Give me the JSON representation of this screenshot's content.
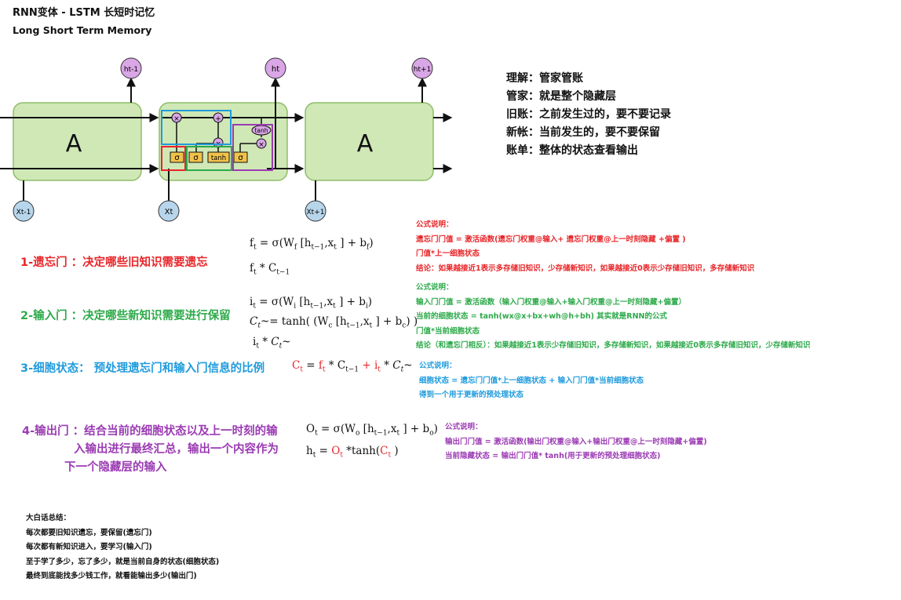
{
  "title": "RNN变体 - LSTM 长短时记忆",
  "subtitle": "Long Short Term Memory",
  "diagram": {
    "cell_label": "A",
    "h_prev": "ht-1",
    "h_cur": "ht",
    "h_next": "ht+1",
    "x_prev": "Xt-1",
    "x_cur": "Xt",
    "x_next": "Xt+1",
    "sigma": "σ",
    "tanh": "tanh"
  },
  "explanation": [
    "理解：管家管账",
    "管家：就是整个隐藏层",
    "旧账：之前发生过的，要不要记录",
    "新帐：当前发生的，要不要保留",
    "账单：整体的状态查看输出"
  ],
  "steps": {
    "forget": "1-遗忘门 ：决定哪些旧知识需要遗忘",
    "input": "2-输入门 ：决定哪些新知识需要进行保留",
    "cell": "3-细胞状态： 预处理遗忘门和输入门信息的比例",
    "output_line1": "4-输出门 ：结合当前的细胞状态以及上一时刻的输",
    "output_line2": "入输出进行最终汇总，输出一个内容作为",
    "output_line3": "下一个隐藏层的输入"
  },
  "notes": {
    "forget": [
      "公式说明：",
      "遗忘门门值 = 激活函数(遗忘门权重@输入+ 遗忘门权重@上一时刻隐藏 +偏置 )",
      "门值*上一细胞状态",
      "结论：如果越接近1表示多存储旧知识，少存储新知识，如果越接近0表示少存储旧知识，多存储新知识"
    ],
    "input": [
      "公式说明：",
      "输入门门值 = 激活函数（输入门权重@输入+输入门权重@上一时刻隐藏+偏置）",
      "当前的细胞状态 = tanh(wx@x+bx+wh@h+bh)   其实就是RNN的公式",
      "门值*当前细胞状态",
      "结论（和遗忘门相反）：如果越接近1表示少存储旧知识，多存储新知识，如果越接近0表示多存储旧知识，少存储新知识"
    ],
    "cell": [
      "公式说明：",
      "细胞状态 = 遗忘门门值*上一细胞状态 + 输入门门值*当前细胞状态",
      "得到一个用于更新的预处理状态"
    ],
    "output": [
      "公式说明：",
      "输出门门值 = 激活函数(输出门权重@输入+输出门权重@上一时刻隐藏+偏置)",
      "当前隐藏状态 = 输出门门值* tanh(用于更新的预处理细胞状态)"
    ]
  },
  "summary": [
    "大白话总结：",
    "每次都要旧知识遗忘，要保留(遗忘门)",
    "每次都有新知识进入，要学习(输入门)",
    "至于学了多少，忘了多少，就是当前自身的状态(细胞状态)",
    "最终到底能找多少钱工作，就看能输出多少(输出门)"
  ],
  "colors": {
    "forget": "#e8262a",
    "input": "#2daa4a",
    "cell": "#1f9bdc",
    "output": "#9b3bb3",
    "cell_fill": "#cfe8b6",
    "cell_stroke": "#8fbd69",
    "bubble": "#d9a6e6"
  }
}
